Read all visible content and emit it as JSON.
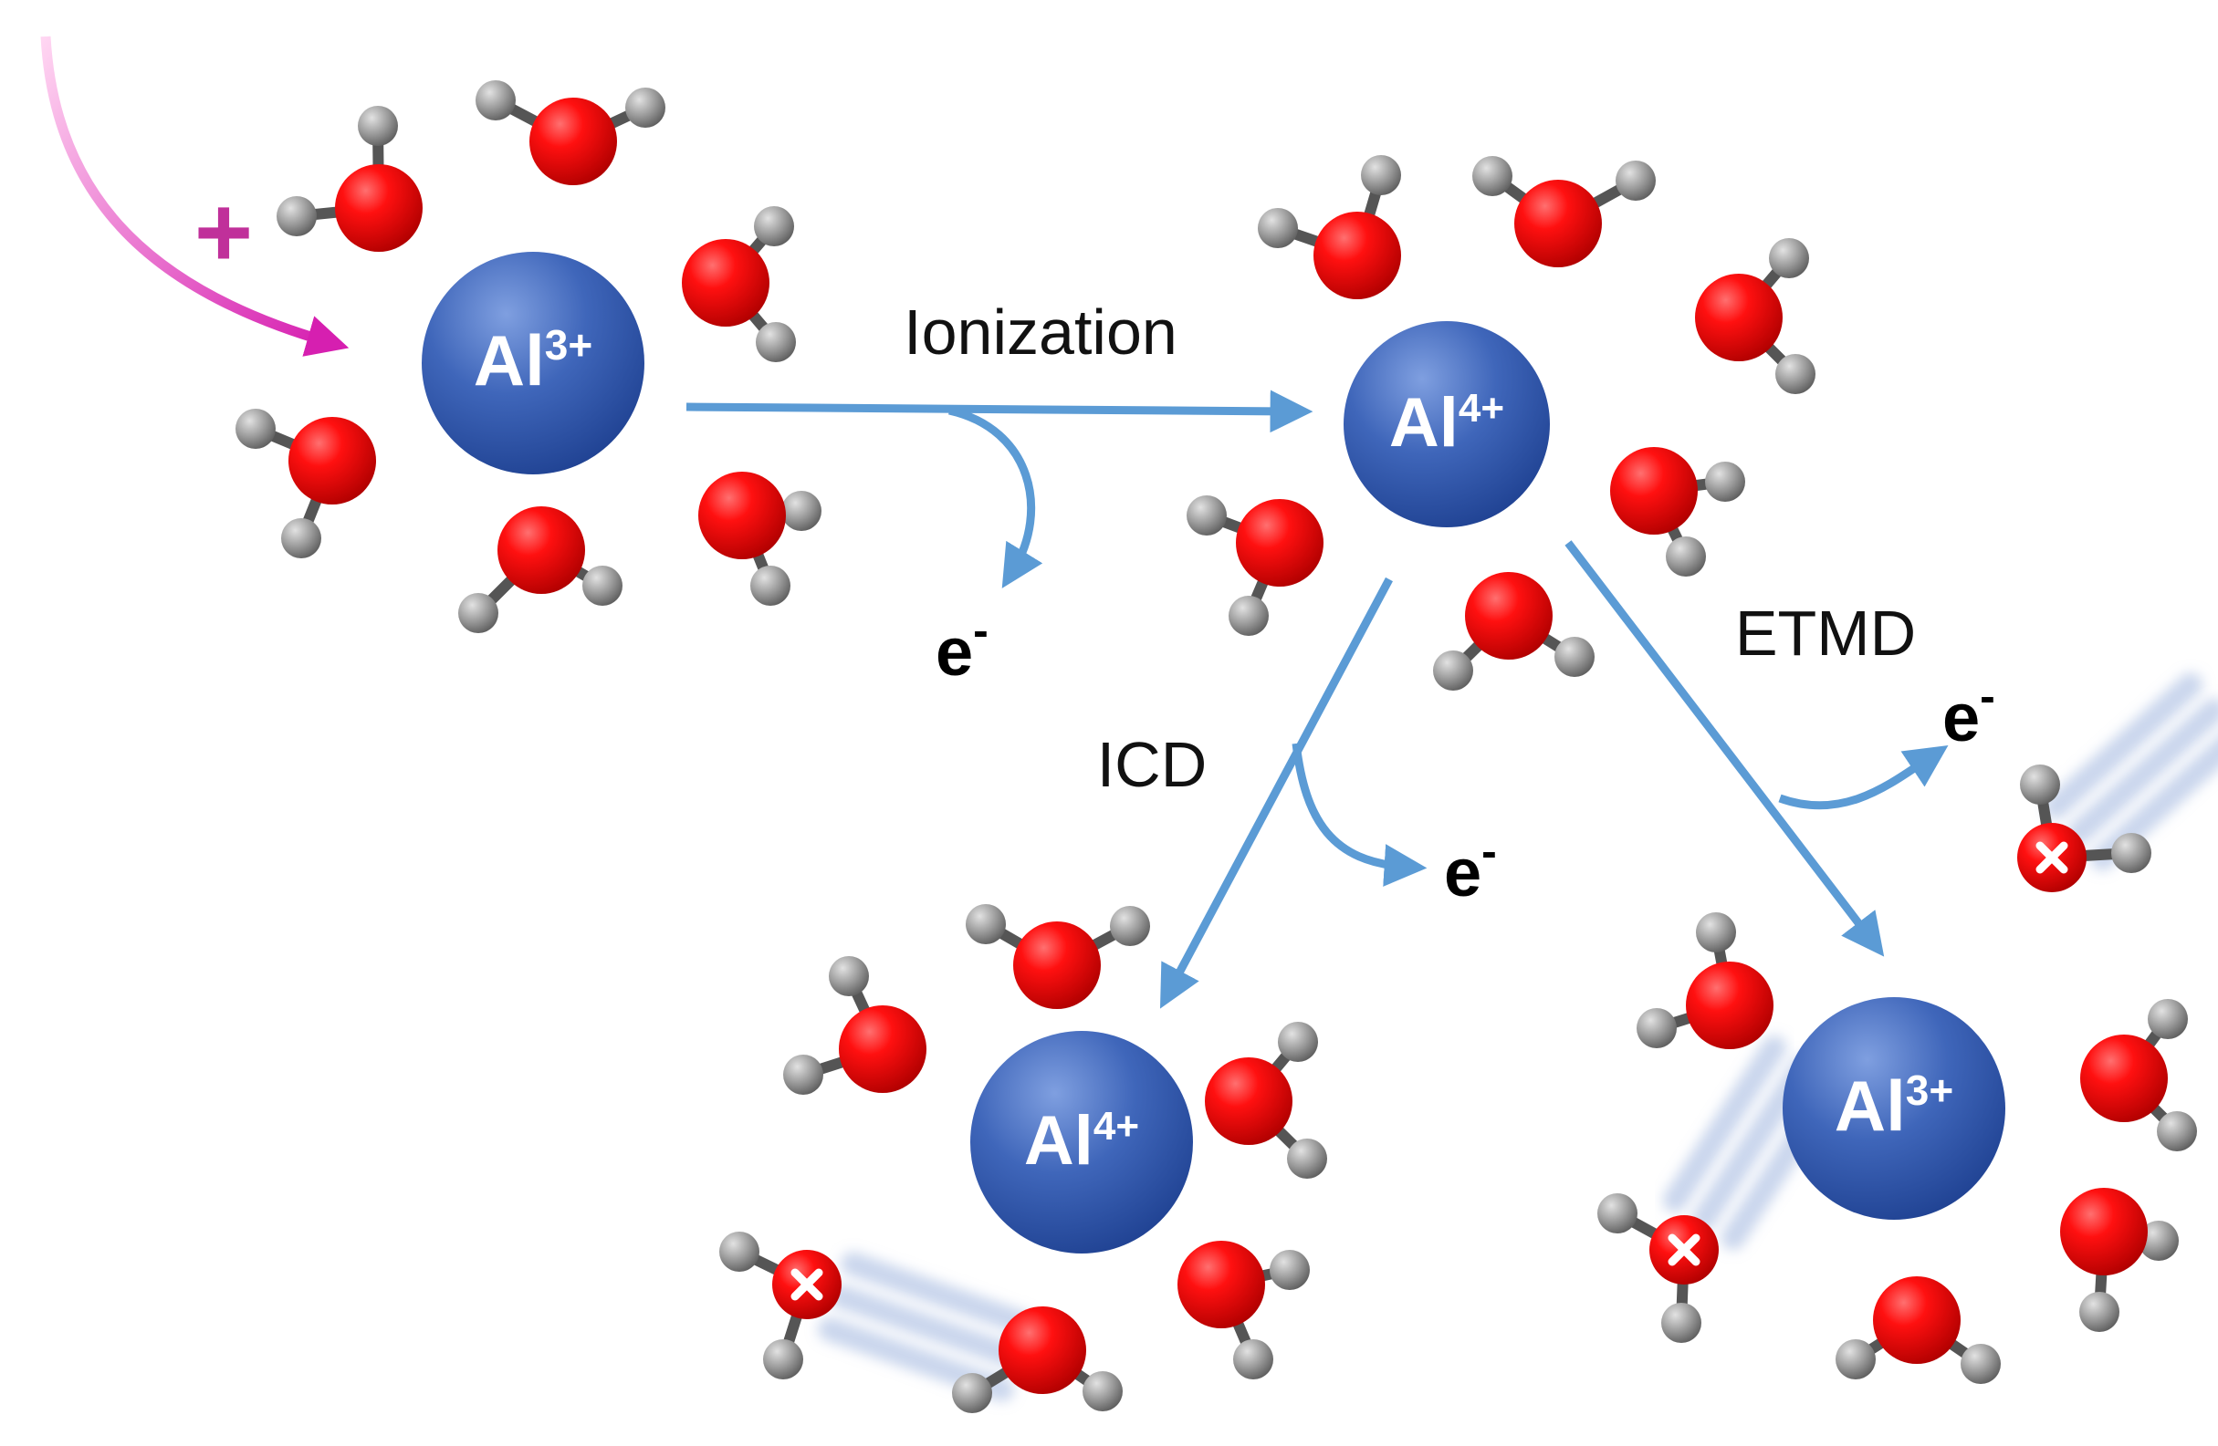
{
  "ions": [
    {
      "id": "al-initial",
      "element": "Al",
      "charge": "3+"
    },
    {
      "id": "al-ionized",
      "element": "Al",
      "charge": "4+"
    },
    {
      "id": "al-icd",
      "element": "Al",
      "charge": "4+"
    },
    {
      "id": "al-etmd",
      "element": "Al",
      "charge": "3+"
    }
  ],
  "processes": {
    "ionization": "Ionization",
    "icd": "ICD",
    "etmd": "ETMD"
  },
  "electron": {
    "symbol": "e",
    "charge": "-"
  },
  "projectile": {
    "symbol": "+"
  },
  "colors": {
    "ion": "#3a63b6",
    "oxygen": "#e01010",
    "hydrogen": "#8a8a8a",
    "arrow": "#5b9bd5",
    "projectile": "#e040c0"
  }
}
